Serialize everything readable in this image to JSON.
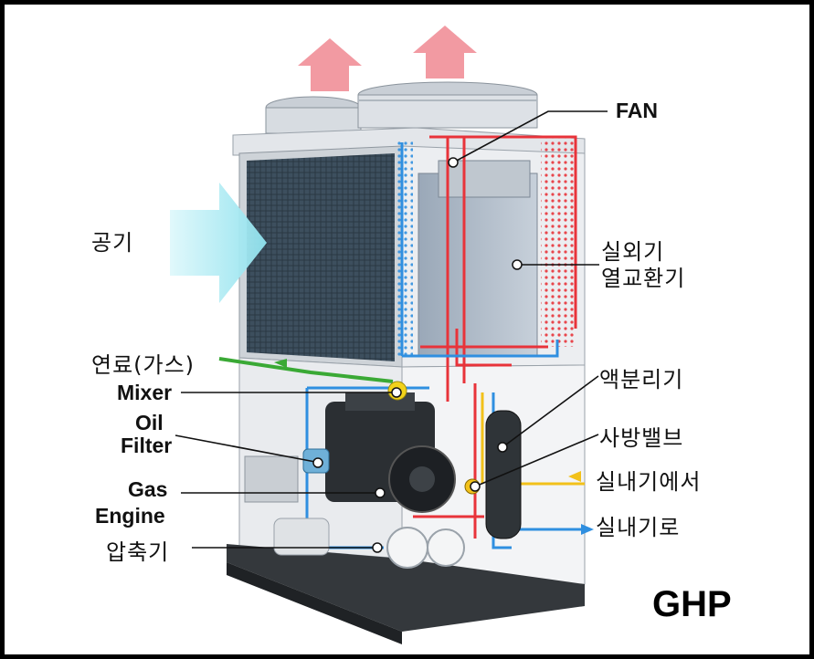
{
  "diagram": {
    "labels": {
      "air": "공기",
      "fan": "FAN",
      "outdoor_hx_line1": "실외기",
      "outdoor_hx_line2": "열교환기",
      "fuel_gas": "연료(가스)",
      "mixer": "Mixer",
      "oil": "Oil",
      "filter": "Filter",
      "accumulator": "액분리기",
      "four_way_valve": "사방밸브",
      "from_indoor": "실내기에서",
      "to_indoor": "실내기로",
      "gas": "Gas",
      "engine": "Engine",
      "compressor": "압축기",
      "system": "GHP"
    },
    "colors": {
      "hot_refrigerant": "#e8333a",
      "cold_refrigerant": "#2f8fe0",
      "gas_fuel": "#3aa935",
      "return_line": "#f2c11a",
      "exhaust_arrow": "#f29aa2",
      "air_arrow": "#9fe8f0"
    }
  }
}
